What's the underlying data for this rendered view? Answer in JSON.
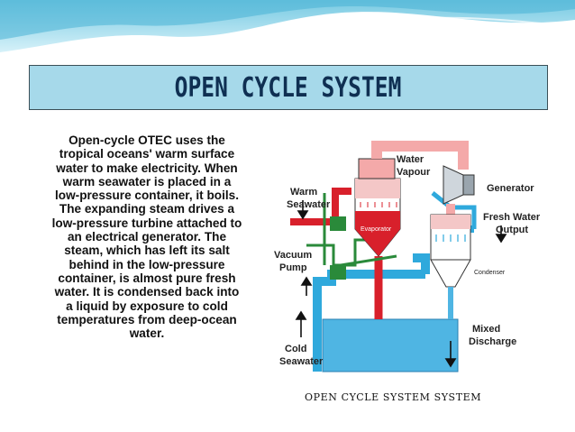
{
  "slide": {
    "title": "OPEN CYCLE SYSTEM",
    "body": "Open-cycle OTEC uses the tropical oceans' warm surface water to make electricity. When warm seawater is placed in a low-pressure container, it boils. The expanding steam drives a low-pressure turbine attached to an electrical generator. The steam, which has left its salt behind in the low-pressure container, is almost pure fresh water. It is condensed back into a liquid by exposure to cold temperatures from deep-ocean water.",
    "caption": "OPEN CYCLE SYSTEM SYSTEM"
  },
  "diagram": {
    "labels": {
      "water_vapour_1": "Water",
      "water_vapour_2": "Vapour",
      "generator": "Generator",
      "warm_seawater_1": "Warm",
      "warm_seawater_2": "Seawater",
      "evaporator": "Evaporator",
      "fresh_water_1": "Fresh Water",
      "fresh_water_2": "Output",
      "vacuum_pump_1": "Vacuum",
      "vacuum_pump_2": "Pump",
      "condenser": "Condenser",
      "mixed_discharge_1": "Mixed",
      "mixed_discharge_2": "Discharge",
      "cold_seawater_1": "Cold",
      "cold_seawater_2": "Seawater"
    }
  },
  "colors": {
    "title_bg": "#a6d9ea",
    "title_text": "#0f2f52",
    "warm_pipe": "#d8202b",
    "cold_pipe": "#2fa9dc",
    "vapour": "#f4a9a9",
    "pump_green": "#2a8a3a",
    "tank_blue": "#4fb5e3"
  }
}
